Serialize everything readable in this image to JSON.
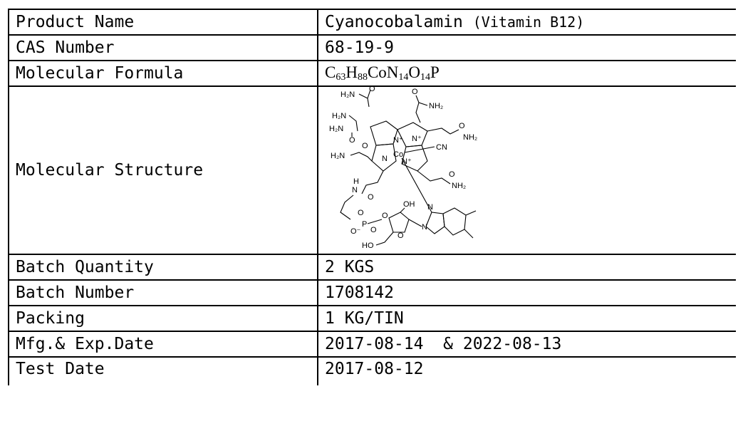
{
  "spec_table": {
    "rows": [
      {
        "label": "Product Name",
        "value_main": "Cyanocobalamin",
        "value_note": "(Vitamin B12)"
      },
      {
        "label": "CAS Number",
        "value": "68-19-9"
      },
      {
        "label": "Molecular Formula",
        "formula": [
          "C",
          "63",
          "H",
          "88",
          "CoN",
          "14",
          "O",
          "14",
          "P"
        ]
      },
      {
        "label": "Molecular Structure"
      },
      {
        "label": "Batch Quantity",
        "value": "2 KGS"
      },
      {
        "label": "Batch Number",
        "value": "1708142"
      },
      {
        "label": "Packing",
        "value": "1 KG/TIN"
      },
      {
        "label": "Mfg.& Exp.Date",
        "value": "2017-08-14  & 2022-08-13"
      },
      {
        "label": "Test Date",
        "value": "2017-08-12"
      }
    ]
  },
  "structure_labels": {
    "amide_1": "H₂N",
    "o": "O",
    "nh2": "NH₂",
    "h2n": "H₂N",
    "n_plus": "N⁺",
    "co": "Co",
    "cn": "CN",
    "n": "N",
    "h": "H",
    "oh": "OH",
    "ho": "HO",
    "p": "P",
    "o_minus": "O⁻"
  }
}
